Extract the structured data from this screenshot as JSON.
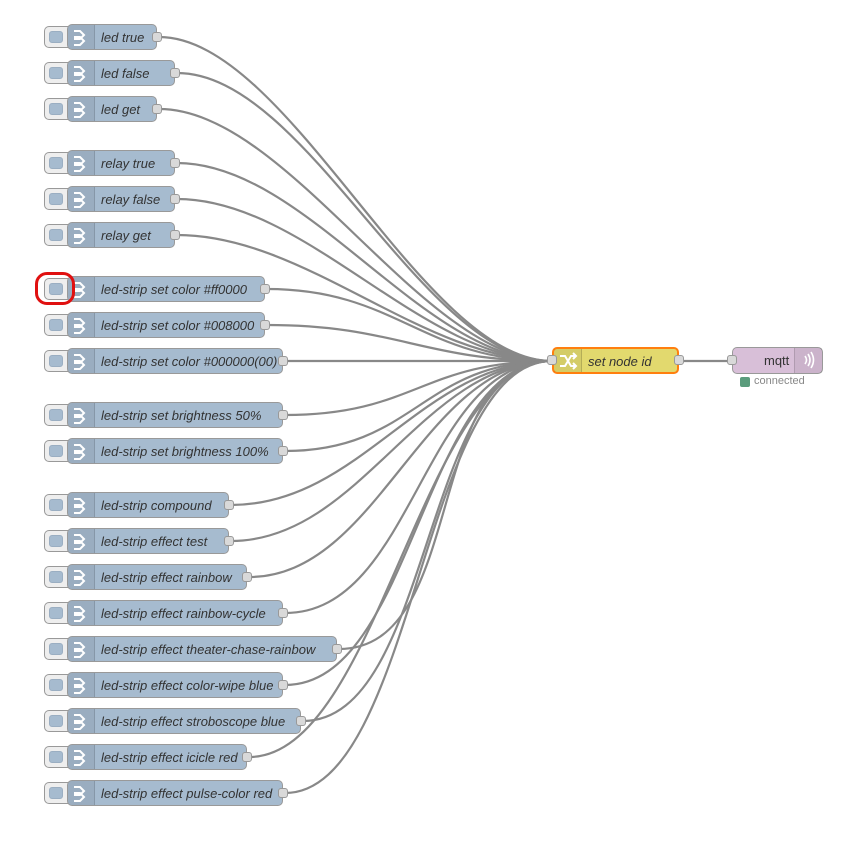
{
  "inject_nodes": [
    {
      "label": "led true"
    },
    {
      "label": "led false"
    },
    {
      "label": "led get"
    },
    {
      "label": "relay true"
    },
    {
      "label": "relay false"
    },
    {
      "label": "relay get"
    },
    {
      "label": "led-strip set color #ff0000"
    },
    {
      "label": "led-strip set color #008000"
    },
    {
      "label": "led-strip set color #000000(00)"
    },
    {
      "label": "led-strip set brightness 50%"
    },
    {
      "label": "led-strip set brightness 100%"
    },
    {
      "label": "led-strip compound"
    },
    {
      "label": "led-strip effect test"
    },
    {
      "label": "led-strip effect rainbow"
    },
    {
      "label": "led-strip effect rainbow-cycle"
    },
    {
      "label": "led-strip effect theater-chase-rainbow"
    },
    {
      "label": "led-strip effect color-wipe blue"
    },
    {
      "label": "led-strip effect stroboscope blue"
    },
    {
      "label": "led-strip effect icicle red"
    },
    {
      "label": "led-strip effect pulse-color red"
    }
  ],
  "change_node": {
    "label": "set node id",
    "icon": "shuffle-icon"
  },
  "mqtt_node": {
    "label": "mqtt",
    "icon": "wifi-signal-icon",
    "status": "connected",
    "status_color": "#5a9c7c"
  },
  "colors": {
    "inject": "#a6bbcf",
    "change": "#e2d96e",
    "selected_border": "#ff7f0e",
    "mqtt": "#d8bfd8",
    "wire": "#888888",
    "highlight": "#e01010"
  }
}
